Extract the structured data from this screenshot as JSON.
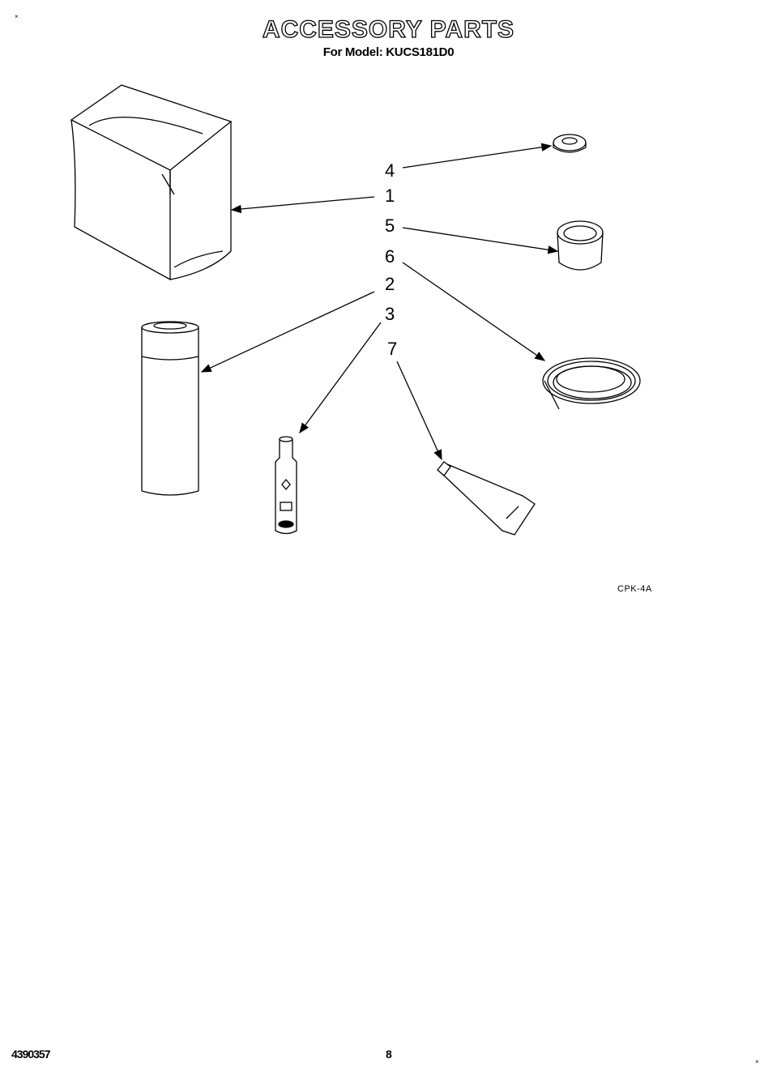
{
  "header": {
    "title": "ACCESSORY PARTS",
    "subtitle": "For Model: KUCS181D0"
  },
  "callouts": {
    "c1": "1",
    "c2": "2",
    "c3": "3",
    "c4": "4",
    "c5": "5",
    "c6": "6",
    "c7": "7"
  },
  "illustration_code": "CPK-4A",
  "footer": {
    "document_number": "4390357",
    "page_number": "8"
  },
  "parts": [
    "bag-icon",
    "aerosol-can-icon",
    "touch-up-paint-icon",
    "cap-icon",
    "cup-icon",
    "coiled-tube-icon",
    "grease-tube-icon"
  ]
}
